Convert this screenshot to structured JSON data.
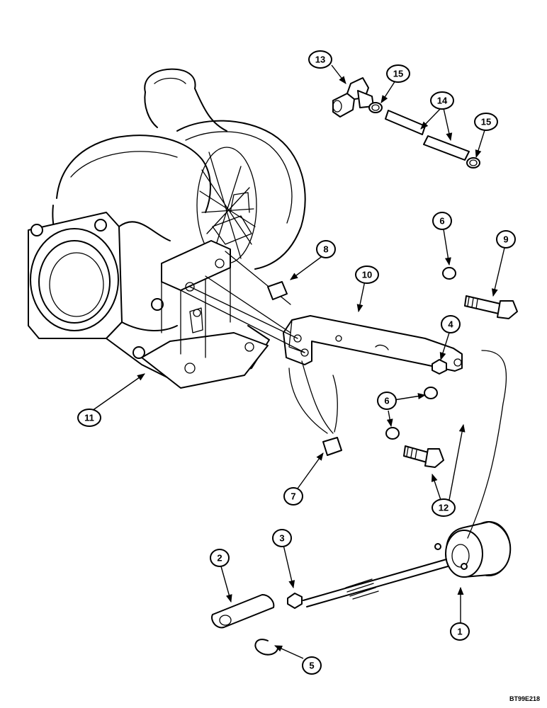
{
  "figure_code": "BT99E218",
  "callouts": [
    {
      "label": "1"
    },
    {
      "label": "2"
    },
    {
      "label": "3"
    },
    {
      "label": "4"
    },
    {
      "label": "5"
    },
    {
      "label": "6"
    },
    {
      "label": "6"
    },
    {
      "label": "7"
    },
    {
      "label": "8"
    },
    {
      "label": "9"
    },
    {
      "label": "10"
    },
    {
      "label": "11"
    },
    {
      "label": "12"
    },
    {
      "label": "13"
    },
    {
      "label": "14"
    },
    {
      "label": "15"
    },
    {
      "label": "15"
    }
  ]
}
